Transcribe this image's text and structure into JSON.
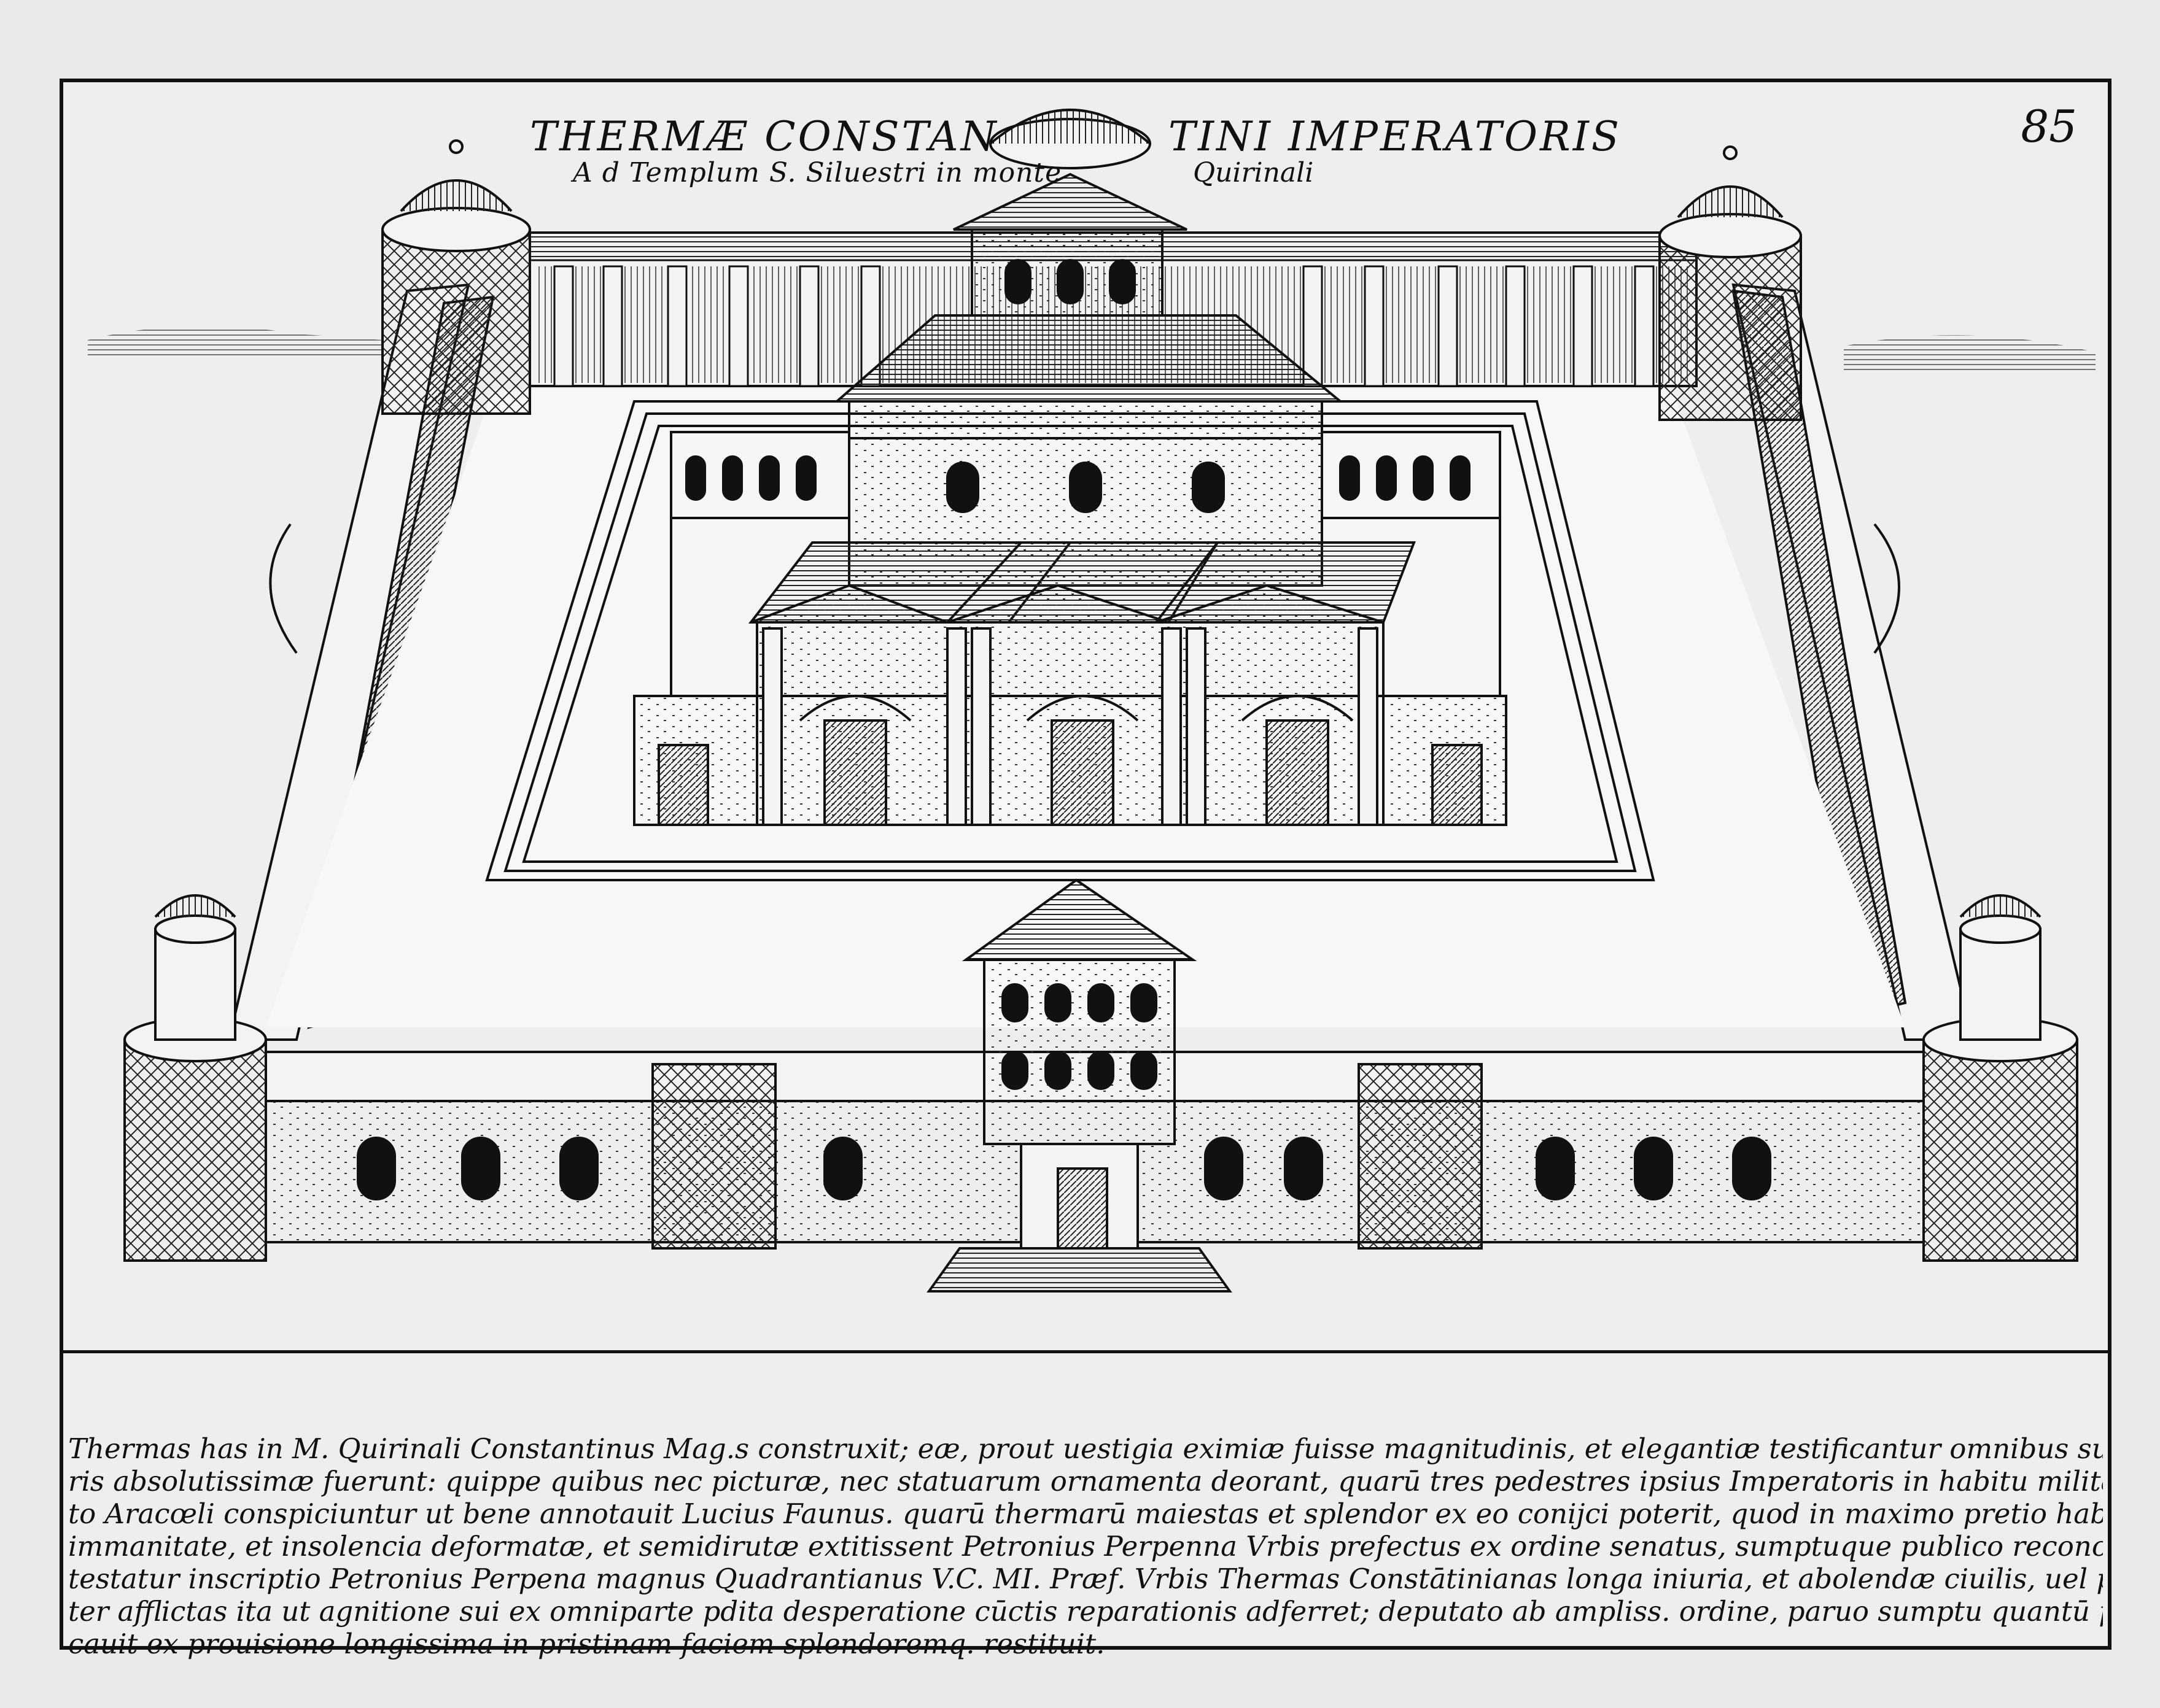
{
  "title": {
    "line1_part1": "THERMÆ CONSTAN",
    "line1_part2": "TINI IMPERATORIS",
    "line2_part1": "A d Templum S. Siluestri in monte",
    "line2_part2": "Quirinali"
  },
  "plate_number": "85",
  "caption_lines": [
    "Thermas has in M. Quirinali Constantinus Mag.s construxit; eæ, prout uestigia eximiæ fuisse magnitudinis, et elegantiæ testificantur omnibus suis membris acnume:",
    "ris absolutissimæ fuerunt: quippe quibus nec picturæ, nec statuarum ornamenta deorant, quarū tres pedestres ipsius Imperatoris in habitu militari hodie in Capitolio iuxta æde cognome:",
    "to Aracœli conspiciuntur ut bene annotauit Lucius Faunus. quarū thermarū maiestas et splendor ex eo conijci poterit, quod in maximo pretio habebantur à S.P.Q.R. enumero, cū belli",
    "immanitate, et insolencia deformatæ, et semidirutæ extitissent Petronius Perpenna Vrbis prefectus ex ordine senatus, sumptuque publico reconcinnauit ut in ipsar, ruinis hæc in marmore",
    "testatur inscriptio Petronius Perpena magnus Quadrantianus V.C. MI. Præf. Vrbis Thermas Constātinianas longa iniuria, et abolendæ ciuilis, uel potius fatalis cladis uastatione uehemē:",
    "ter afflictas ita ut agnitione sui ex omniparte pdita desperatione cūctis reparationis adferret; deputato ab ampliss. ordine, paruo sumptu quantū publicæ patiebatur angustiæ ab extremo uindi:",
    "cauit ex prouisione longissima in pristinam faciem splendoremq. restituit."
  ]
}
